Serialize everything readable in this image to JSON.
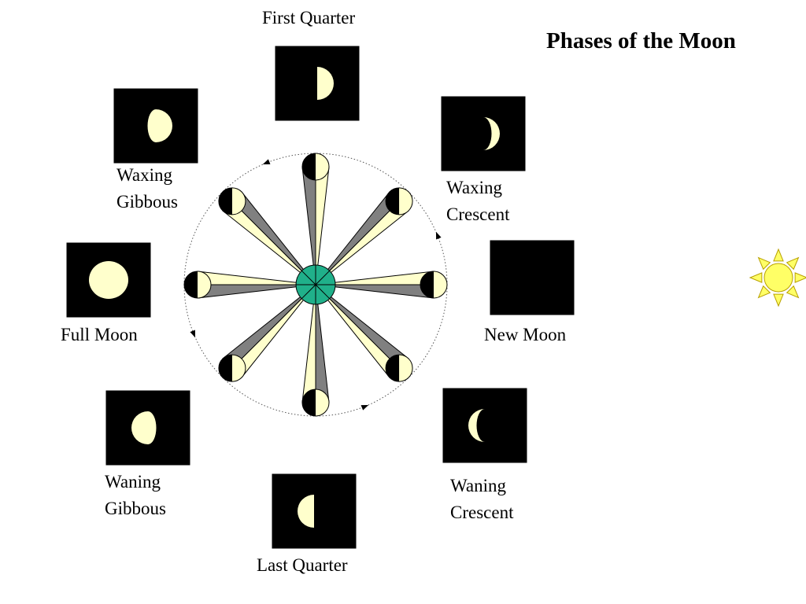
{
  "title": "Phases of the Moon",
  "colors": {
    "background": "#ffffff",
    "panel": "#000000",
    "moon_lit": "#ffffcc",
    "shadow_cone": "#808080",
    "earth": "#20b08a",
    "sun": "#ffff66"
  },
  "orbit_direction": "counterclockwise",
  "phases": [
    {
      "name": "New Moon",
      "lines": [
        "New Moon"
      ],
      "angle": 0,
      "illumination": 0,
      "side": "none"
    },
    {
      "name": "Waxing Crescent",
      "lines": [
        "Waxing",
        "Crescent"
      ],
      "angle": 45,
      "illumination": 0.25,
      "side": "right"
    },
    {
      "name": "First Quarter",
      "lines": [
        "First Quarter"
      ],
      "angle": 90,
      "illumination": 0.5,
      "side": "right"
    },
    {
      "name": "Waxing Gibbous",
      "lines": [
        "Waxing",
        "Gibbous"
      ],
      "angle": 135,
      "illumination": 0.75,
      "side": "right"
    },
    {
      "name": "Full Moon",
      "lines": [
        "Full Moon"
      ],
      "angle": 180,
      "illumination": 1,
      "side": "full"
    },
    {
      "name": "Waning Gibbous",
      "lines": [
        "Waning",
        "Gibbous"
      ],
      "angle": 225,
      "illumination": 0.75,
      "side": "left"
    },
    {
      "name": "Last Quarter",
      "lines": [
        "Last Quarter"
      ],
      "angle": 270,
      "illumination": 0.5,
      "side": "left"
    },
    {
      "name": "Waning Crescent",
      "lines": [
        "Waning",
        "Crescent"
      ],
      "angle": 315,
      "illumination": 0.25,
      "side": "left"
    }
  ]
}
